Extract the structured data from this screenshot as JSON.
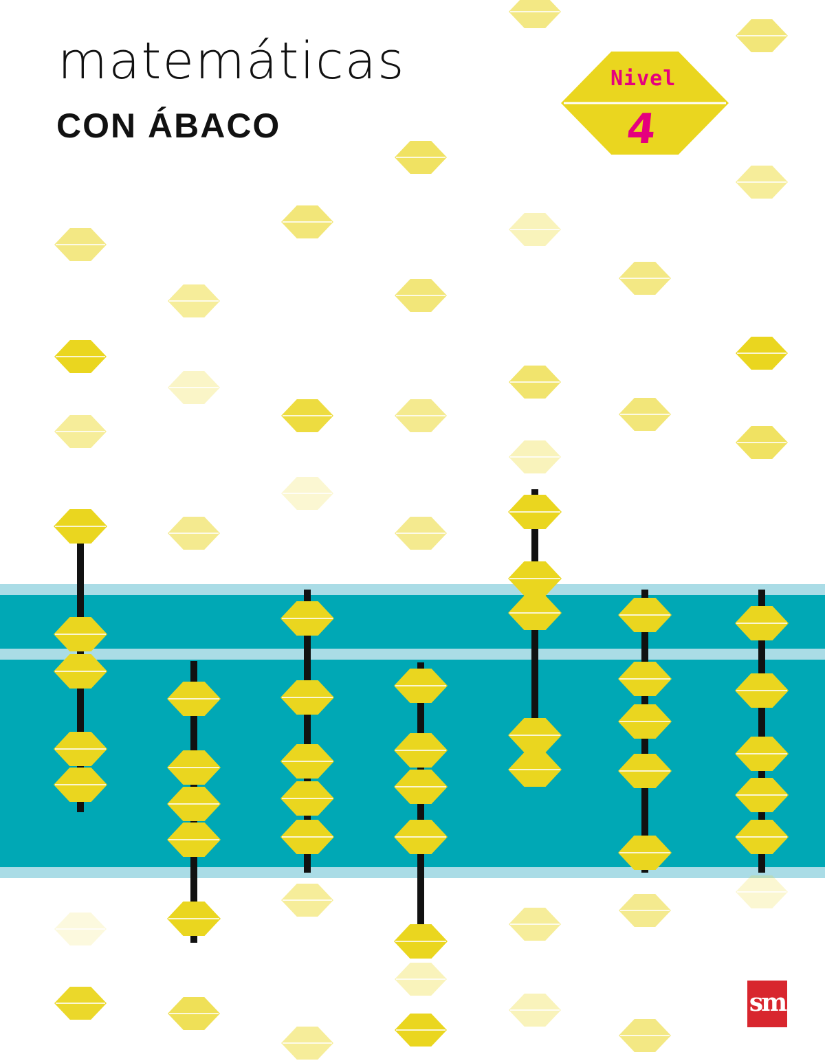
{
  "cover": {
    "title": "matemáticas",
    "subtitle": "CON ÁBACO",
    "level": {
      "label": "Nivel",
      "number": "4"
    },
    "publisher_logo": "sm"
  },
  "colors": {
    "bead_yellow": "#ead61f",
    "bead_pale": "#f1e37a",
    "band_teal": "#00a8b5",
    "band_light": "#aadce6",
    "rod": "#111111",
    "level_text": "#e5007e",
    "logo_red": "#d8262e"
  }
}
